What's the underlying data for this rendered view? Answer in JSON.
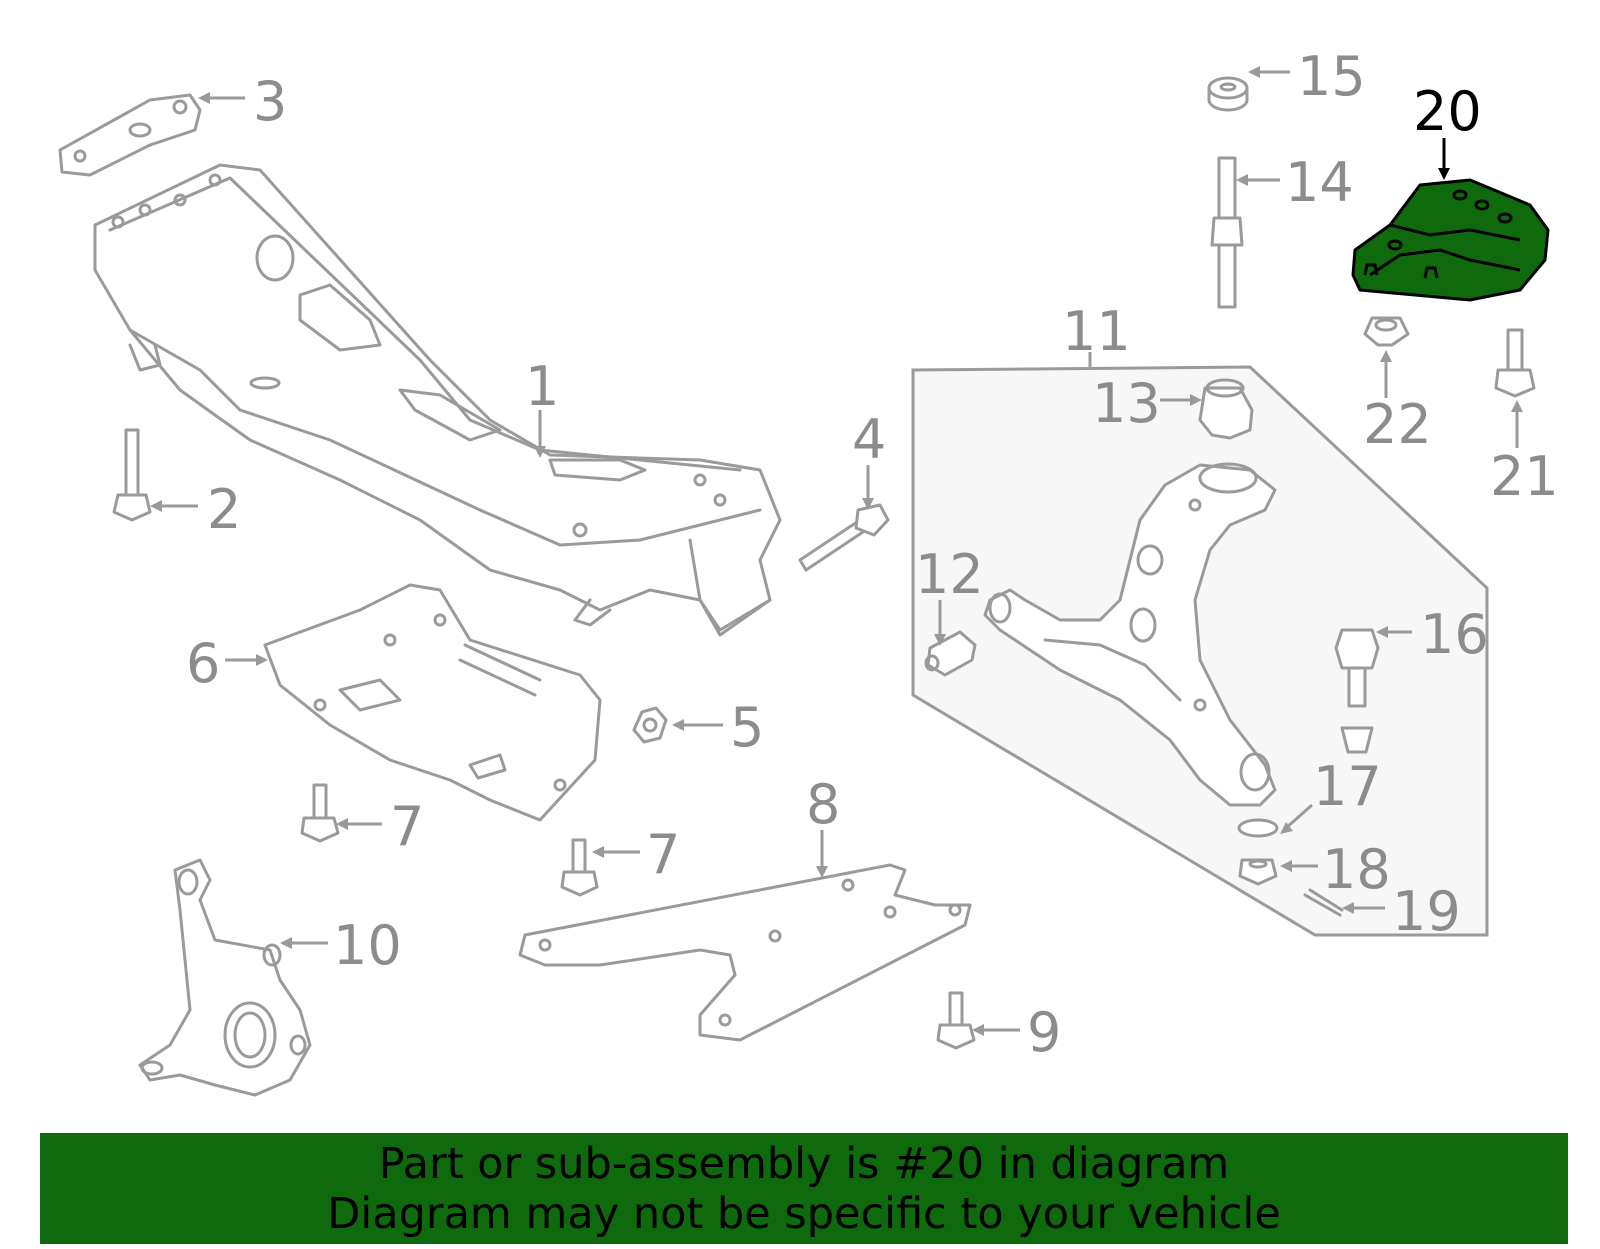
{
  "callouts": {
    "c1": "1",
    "c2": "2",
    "c3": "3",
    "c4": "4",
    "c5": "5",
    "c6": "6",
    "c7a": "7",
    "c7b": "7",
    "c8": "8",
    "c9": "9",
    "c10": "10",
    "c11": "11",
    "c12": "12",
    "c13": "13",
    "c14": "14",
    "c15": "15",
    "c16": "16",
    "c17": "17",
    "c18": "18",
    "c19": "19",
    "c20": "20",
    "c21": "21",
    "c22": "22"
  },
  "highlight": {
    "part_number": "20",
    "fill_color": "#0e6a0d"
  },
  "footer": {
    "line1": "Part or sub-assembly is #20 in diagram",
    "line2": "Diagram may not be specific to your vehicle",
    "background_color": "#0e6a0d"
  }
}
